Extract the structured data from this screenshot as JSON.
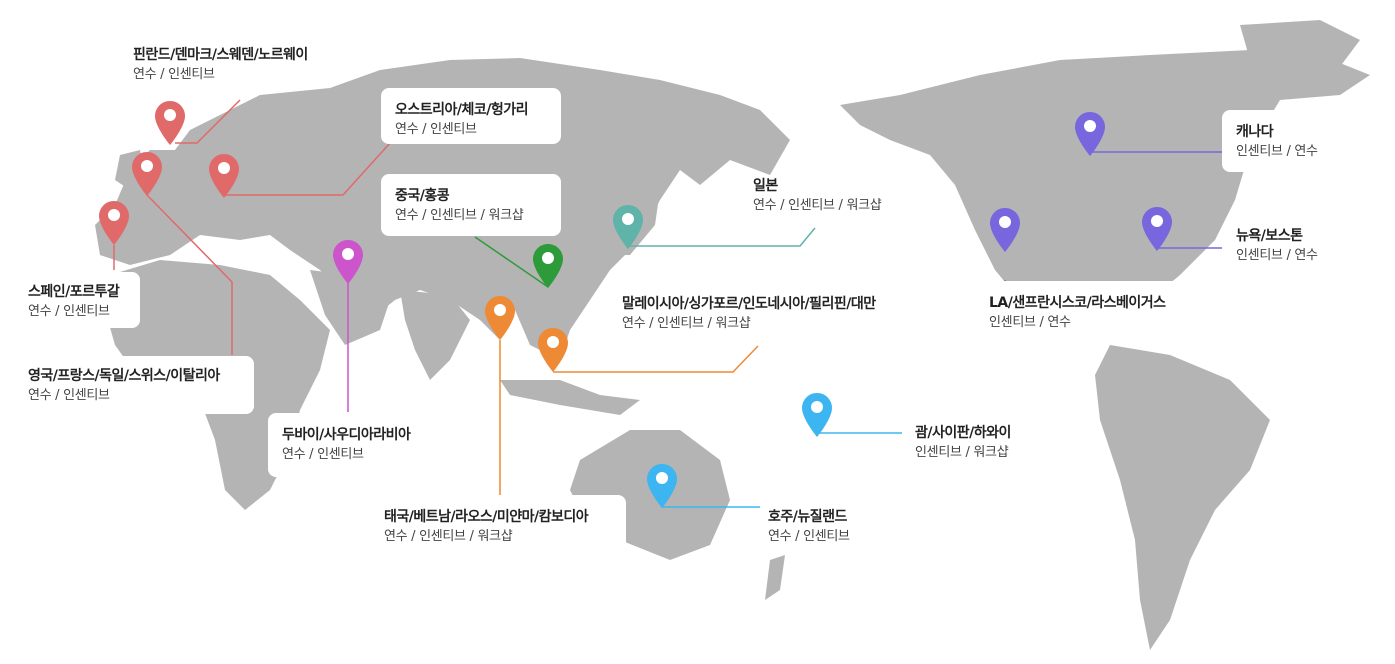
{
  "colors": {
    "europe": "#e06a6a",
    "middle_east": "#cc55cc",
    "china": "#2e9b3a",
    "japan": "#5fb3a8",
    "southeast_asia": "#ee8a35",
    "oceania": "#3db5f0",
    "north_america": "#7766dd",
    "land": "#b4b4b4"
  },
  "regions": [
    {
      "id": "nordic",
      "title": "핀란드/덴마크/스웨덴/노르웨이",
      "programs": "연수 / 인센티브"
    },
    {
      "id": "central_europe",
      "title": "오스트리아/체코/헝가리",
      "programs": "연수 / 인센티브"
    },
    {
      "id": "china",
      "title": "중국/홍콩",
      "programs": "연수 / 인센티브 / 워크샵"
    },
    {
      "id": "japan",
      "title": "일본",
      "programs": "연수 / 인센티브 / 워크샵"
    },
    {
      "id": "maritime_asia",
      "title": "말레이시아/싱가포르/인도네시아/필리핀/대만",
      "programs": "연수 / 인센티브 / 워크샵"
    },
    {
      "id": "iberia",
      "title": "스페인/포르투갈",
      "programs": "연수 / 인센티브"
    },
    {
      "id": "western_europe",
      "title": "영국/프랑스/독일/스위스/이탈리아",
      "programs": "연수 / 인센티브"
    },
    {
      "id": "middle_east",
      "title": "두바이/사우디아라비아",
      "programs": "연수 / 인센티브"
    },
    {
      "id": "indochina",
      "title": "태국/베트남/라오스/미얀마/캄보디아",
      "programs": "연수 / 인센티브 / 워크샵"
    },
    {
      "id": "oceania",
      "title": "호주/뉴질랜드",
      "programs": "연수 / 인센티브"
    },
    {
      "id": "pacific",
      "title": "괌/사이판/하와이",
      "programs": "인센티브 / 워크샵"
    },
    {
      "id": "canada",
      "title": "캐나다",
      "programs": "인센티브 / 연수"
    },
    {
      "id": "us_east",
      "title": "뉴욕/보스톤",
      "programs": "인센티브 / 연수"
    },
    {
      "id": "us_west",
      "title": "LA/샌프란시스코/라스베이거스",
      "programs": "인센티브 / 연수"
    }
  ]
}
